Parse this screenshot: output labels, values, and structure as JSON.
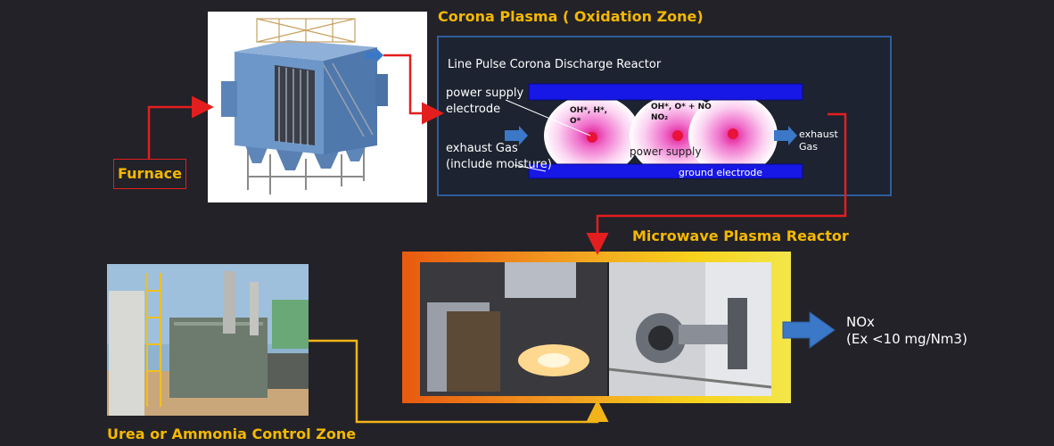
{
  "furnace_label": "Furnace",
  "corona": {
    "title": "Corona Plasma ( Oxidation Zone)",
    "reactor_title": "Line Pulse Corona Discharge Reactor",
    "power_supply_electrode": [
      "power supply",
      "electrode"
    ],
    "exhaust_in": [
      "exhaust Gas",
      "(include moisture)"
    ],
    "radicals_1": [
      "OH*, H*,",
      "O*"
    ],
    "radicals_2": [
      "OH*, O* + NO",
      "NO₂"
    ],
    "power_supply": "power supply",
    "ground_electrode": "ground electrode",
    "exhaust_out": [
      "exhaust",
      "Gas"
    ]
  },
  "microwave": {
    "title": "Microwave Plasma  Reactor",
    "output": [
      "NOx",
      "(Ex  <10 mg/Nm3)"
    ]
  },
  "urea": {
    "title": "Urea or Ammonia Control Zone"
  },
  "colors": {
    "accent_title": "#f5b800",
    "flow_red": "#e41e1e",
    "flow_yellow": "#f2b418",
    "electrode_blue": "#1717e6",
    "output_arrow": "#3c78c8"
  }
}
